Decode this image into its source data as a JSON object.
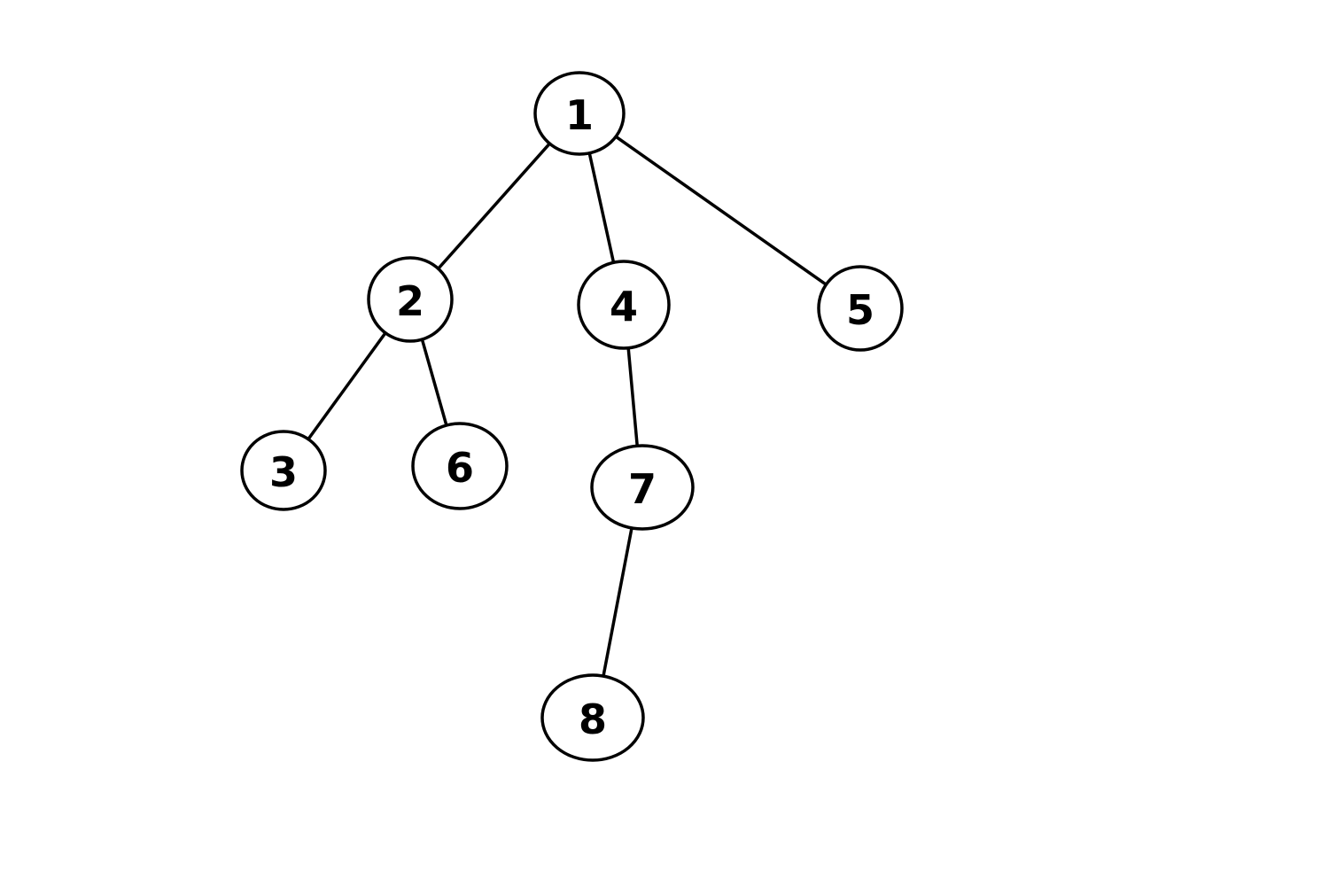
{
  "diagram": {
    "type": "tree",
    "nodes": [
      {
        "id": "n1",
        "label": "1"
      },
      {
        "id": "n2",
        "label": "2"
      },
      {
        "id": "n4",
        "label": "4"
      },
      {
        "id": "n5",
        "label": "5"
      },
      {
        "id": "n3",
        "label": "3"
      },
      {
        "id": "n6",
        "label": "6"
      },
      {
        "id": "n7",
        "label": "7"
      },
      {
        "id": "n8",
        "label": "8"
      }
    ],
    "edges": [
      {
        "from": "n1",
        "to": "n2"
      },
      {
        "from": "n1",
        "to": "n4"
      },
      {
        "from": "n1",
        "to": "n5"
      },
      {
        "from": "n2",
        "to": "n3"
      },
      {
        "from": "n2",
        "to": "n6"
      },
      {
        "from": "n4",
        "to": "n7"
      },
      {
        "from": "n7",
        "to": "n8"
      }
    ]
  }
}
